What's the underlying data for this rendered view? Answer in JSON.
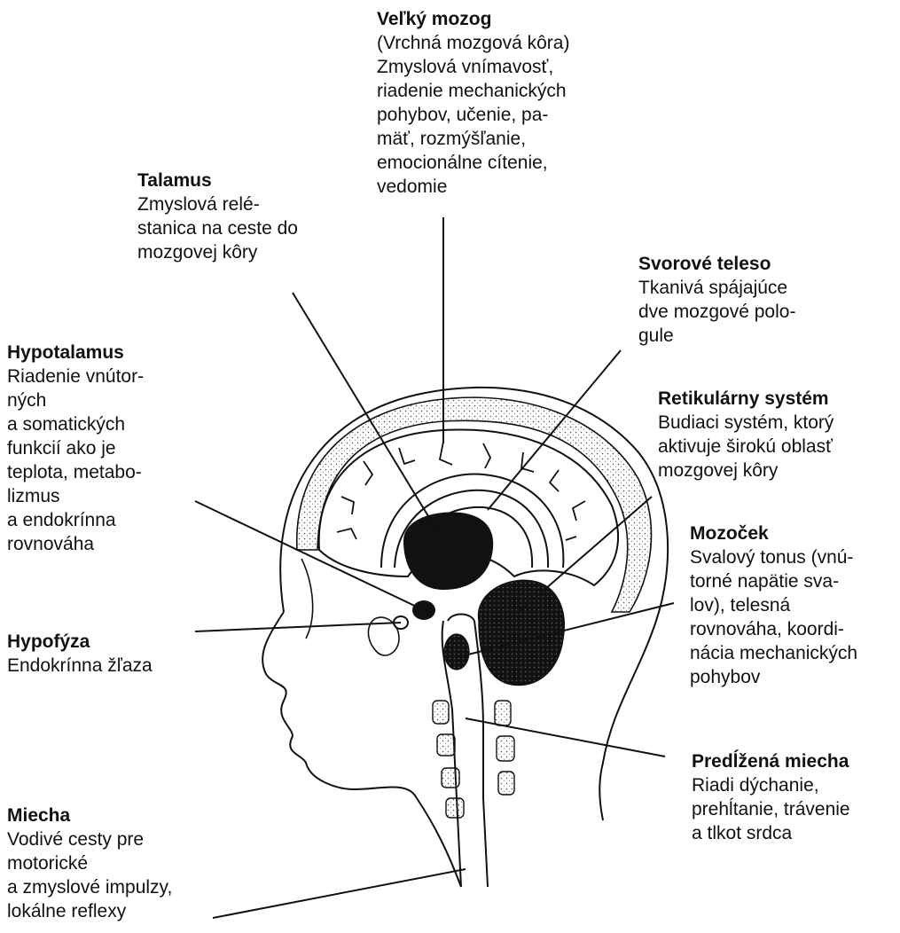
{
  "labels": {
    "velky_mozog": {
      "title": "Veľký mozog",
      "lines": [
        "(Vrchná mozgová kôra)",
        "Zmyslová vnímavosť,",
        "riadenie mechanických",
        "pohybov, učenie, pa-",
        "mäť, rozmýšľanie,",
        "emocionálne cítenie,",
        "vedomie"
      ]
    },
    "talamus": {
      "title": "Talamus",
      "lines": [
        "Zmyslová relé-",
        "stanica na ceste do",
        "mozgovej kôry"
      ]
    },
    "svorove_teleso": {
      "title": "Svorové teleso",
      "lines": [
        "Tkanivá spájajúce",
        "dve mozgové polo-",
        "gule"
      ]
    },
    "hypotalamus": {
      "title": "Hypotalamus",
      "lines": [
        "Riadenie vnútor-",
        "ných",
        "a somatických",
        "funkcií ako je",
        "teplota, metabo-",
        "lizmus",
        "a endokrínna",
        "rovnováha"
      ]
    },
    "retikularny_system": {
      "title": "Retikulárny systém",
      "lines": [
        "Budiaci systém, ktorý",
        "aktivuje širokú oblasť",
        "mozgovej kôry"
      ]
    },
    "mozocek": {
      "title": "Mozoček",
      "lines": [
        "Svalový tonus (vnú-",
        "torné napätie sva-",
        "lov), telesná",
        "rovnováha, koordi-",
        "nácia mechanických",
        "pohybov"
      ]
    },
    "hypofyza": {
      "title": "Hypofýza",
      "lines": [
        "Endokrínna žľaza"
      ]
    },
    "predlzena_miecha": {
      "title": "Predĺžená miecha",
      "lines": [
        "Riadi dýchanie,",
        "prehĺtanie, trávenie",
        "a tlkot srdca"
      ]
    },
    "miecha": {
      "title": "Miecha",
      "lines": [
        "Vodivé cesty pre",
        "motorické",
        "a zmyslové impulzy,",
        "lokálne reflexy"
      ]
    }
  }
}
